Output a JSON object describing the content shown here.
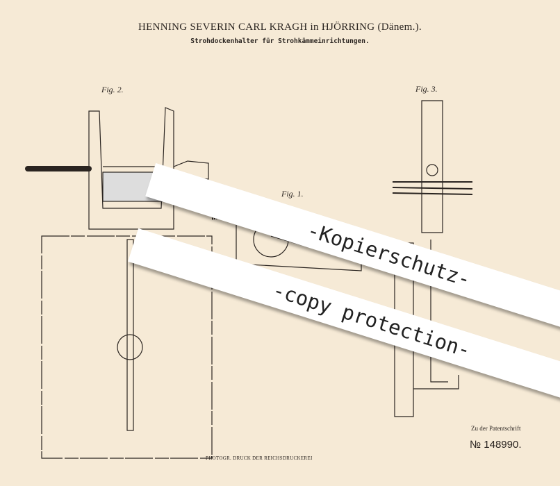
{
  "header": {
    "author": "HENNING SEVERIN CARL KRAGH in HJÖRRING (Dänem.).",
    "title": "Strohdockenhalter für Strohkämmeinrichtungen."
  },
  "figures": {
    "fig1": "Fig. 1.",
    "fig2": "Fig. 2.",
    "fig3": "Fig. 3."
  },
  "watermark": {
    "line1": "-Kopierschutz-",
    "line2": "-copy protection-"
  },
  "footer": {
    "reference": "Zu der Patentschrift",
    "patent_number": "№ 148990.",
    "printer": "PHOTOGR. DRUCK DER REICHSDRUCKEREI"
  }
}
